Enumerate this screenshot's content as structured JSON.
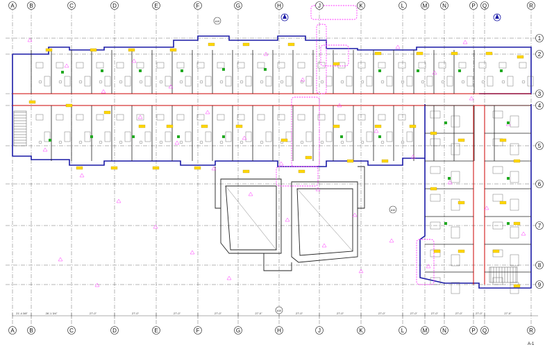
{
  "grid_columns": [
    "A",
    "B",
    "C",
    "D",
    "E",
    "F",
    "G",
    "H",
    "J",
    "K",
    "L",
    "M",
    "N",
    "P",
    "Q",
    "R"
  ],
  "grid_rows": [
    "1",
    "2",
    "3",
    "4",
    "5",
    "6",
    "7",
    "8",
    "9"
  ],
  "bottom_dimensions": [
    "21'-4 3/8\"",
    "26'-1 3/4\"",
    "27'-0\"",
    "27'-0\"",
    "27'-0\"",
    "27'-0\"",
    "27'-0\"",
    "27'-0\"",
    "27'-0\"",
    "27'-0\"",
    "27'-0\"",
    "27'-0\"",
    "27'-0\"",
    "27'-0\"",
    "27'-0\""
  ],
  "section_tags": [
    "A10",
    "A10",
    "A10"
  ],
  "sheet_tag": "A-1",
  "colors": {
    "wall_exterior": "#1a1aa6",
    "rated_wall": "#cc0000",
    "markup": "#ff33ff",
    "note_tag": "#ffd700",
    "grid": "#333333",
    "green_tag": "#22aa22"
  }
}
